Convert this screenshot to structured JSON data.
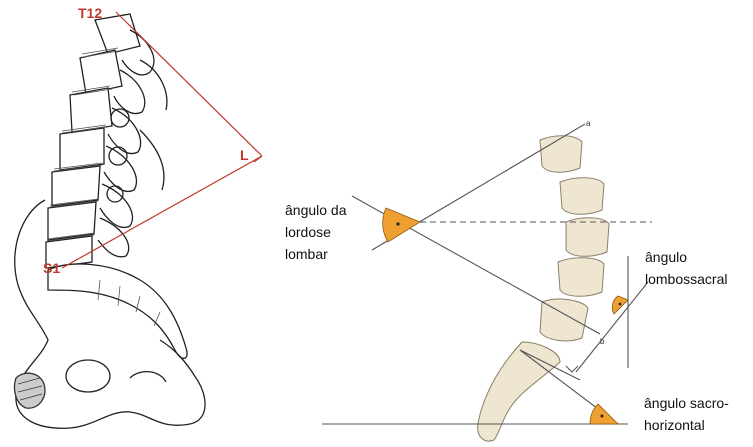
{
  "left_figure": {
    "label_top": "T12",
    "label_bottom": "S1",
    "label_length": "L",
    "line_color": "#c0392b"
  },
  "right_figure": {
    "angle_lordosis": [
      "ângulo da",
      "lordose",
      "lombar"
    ],
    "angle_lumbosacral": [
      "ângulo",
      "lombossacral"
    ],
    "angle_sacrohorizontal": [
      "ângulo sacro-",
      "horizontal"
    ],
    "point_a": "a",
    "point_b": "b",
    "bone_color": "#efe6d2",
    "angle_color": "#f0a030"
  }
}
